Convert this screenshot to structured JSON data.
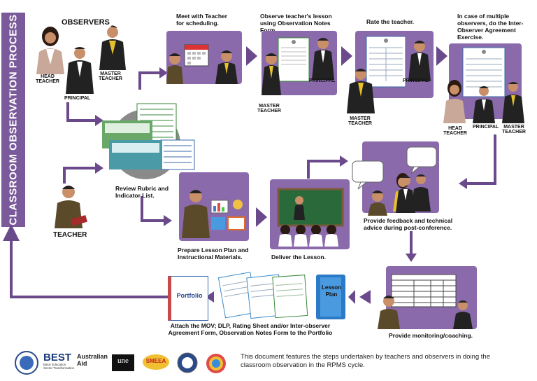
{
  "title": "CLASSROOM OBSERVATION PROCESS",
  "observers_label": "OBSERVERS",
  "roles": {
    "head_teacher": "HEAD TEACHER",
    "master_teacher": "MASTER TEACHER",
    "principal": "PRINCIPAL",
    "teacher": "TEACHER"
  },
  "steps": {
    "meet": "Meet with Teacher for scheduling.",
    "observe": "Observe teacher's lesson using Observation Notes Form.",
    "rate": "Rate the teacher.",
    "multiple": "In case of multiple observers, do the Inter-Observer Agreement Exercise.",
    "review": "Review Rubric and Indicator List.",
    "prepare": "Prepare Lesson Plan and Instructional Materials.",
    "deliver": "Deliver the Lesson.",
    "feedback": "Provide feedback and technical advice during post-conference.",
    "monitor": "Provide monitoring/coaching.",
    "attach": "Attach the MOV; DLP, Rating Sheet and/or Inter-observer Agreement Form, Observation Notes Form to the Portfolio"
  },
  "doc_labels": {
    "lesson_plan": "Lesson Plan",
    "portfolio": "Portfolio"
  },
  "footer": {
    "description": "This document features the steps undertaken by teachers and observers in doing the classroom observation in the RPMS cycle."
  },
  "logos": {
    "best": "BEST",
    "best_sub": "Basic Education Sector Transformation",
    "aus": "Australian Aid",
    "une": "une",
    "smeea": "SMEEA"
  },
  "colors": {
    "purple": "#7a5a9a",
    "panel": "#8a6aab",
    "arrow": "#6b4a8b",
    "suit": "#2b2b2b",
    "shirt_yellow": "#e6c12a"
  }
}
